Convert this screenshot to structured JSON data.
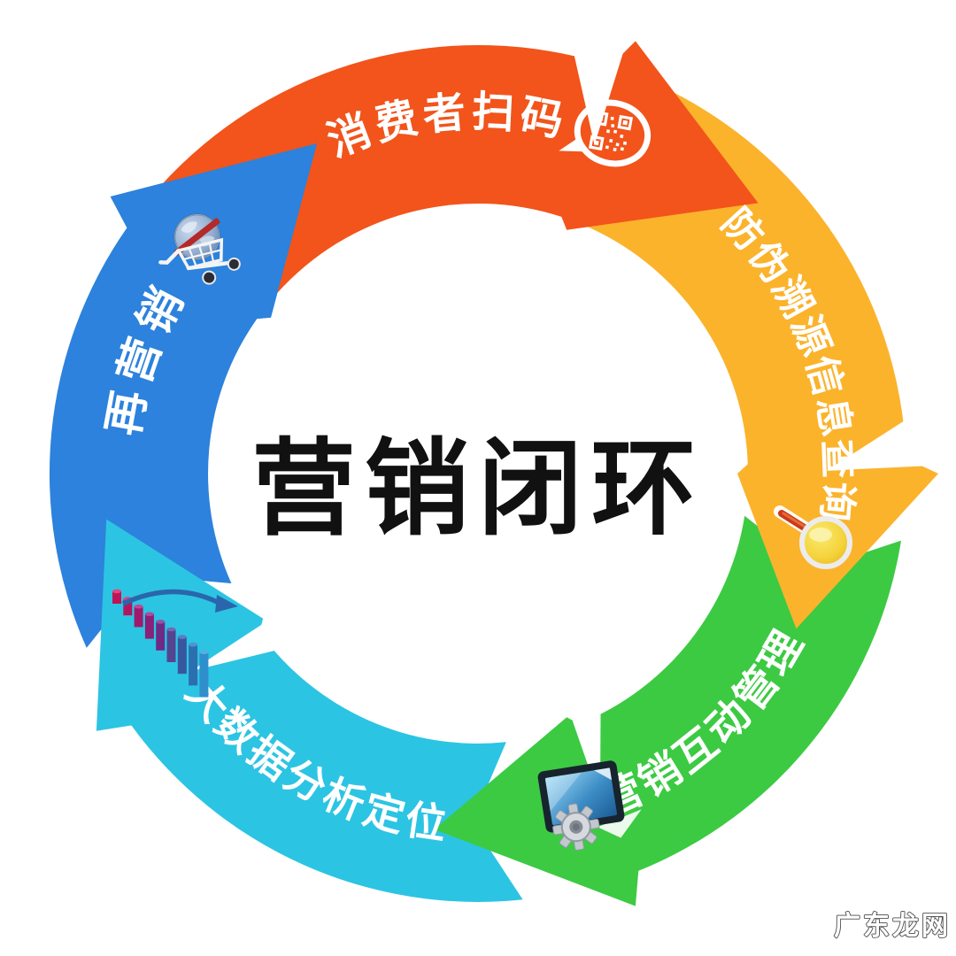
{
  "diagram": {
    "title": "营销闭环",
    "title_color": "#111111",
    "background": "#FFFFFF",
    "label_color": "#FFFFFF",
    "flow": "clockwise",
    "watermark": {
      "text": "广东龙网",
      "color": "#FFFFFF"
    },
    "steps": [
      {
        "label": "消费者扫码",
        "color": "#F2541B",
        "icon": "qr-code-bubble-icon"
      },
      {
        "label": "防伪溯源信息查询",
        "color": "#FBB32C",
        "icon": "magnifier-icon"
      },
      {
        "label": "营销互动管理",
        "color": "#3CCA43",
        "icon": "computer-gear-icon"
      },
      {
        "label": "大数据分析定位",
        "color": "#2CC4E3",
        "icon": "bar-chart-rise-icon"
      },
      {
        "label": "再营销",
        "color": "#2C82DC",
        "icon": "shopping-cart-globe-icon"
      }
    ]
  }
}
